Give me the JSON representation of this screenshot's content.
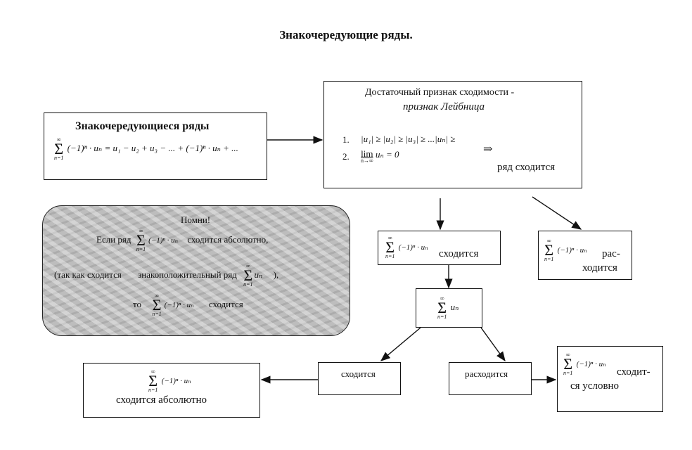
{
  "title": "Знакочередующие ряды.",
  "series_box": {
    "heading": "Знакочередующиеся ряды",
    "formula_tail": "(−1)ⁿ · uₙ = u₁ − u₂ + u₃ − ... + (−1)ⁿ · uₙ + ..."
  },
  "leibniz_box": {
    "line1": "Достаточный признак сходимости  -",
    "line2": "признак Лейбница",
    "cond1_num": "1.",
    "cond1": "|u₁| ≥ |u₂| ≥ |u₃| ≥ ...|uₙ| ≥",
    "cond2_num": "2.",
    "cond2_lim": "lim",
    "cond2_sub": "n→∞",
    "cond2": "uₙ = 0",
    "arrow": "⇒",
    "result": "ряд сходится"
  },
  "sum_labels": {
    "upper": "∞",
    "lower": "n=1",
    "term": "(−1)ⁿ · uₙ",
    "term_abs": "uₙ"
  },
  "converges_box": {
    "text": "сходится"
  },
  "diverges_box": {
    "text1": "рас-",
    "text2": "ходится"
  },
  "abs_series_box": {},
  "conv_small": {
    "text": "сходится"
  },
  "div_small": {
    "text": "расходится"
  },
  "absolute_box": {
    "text": "сходится  абсолютно"
  },
  "conditional_box": {
    "text1": "сходит-",
    "text2": "ся  условно"
  },
  "memo": {
    "heading": "Помни!",
    "line1_prefix": "Если  ряд",
    "line1_suffix": "сходится абсолютно,",
    "line2_prefix": "(так как сходится",
    "line2_mid": "знакоположительный  ряд",
    "line2_suffix": "),",
    "line3_prefix": "то",
    "line3_suffix": "сходится"
  }
}
